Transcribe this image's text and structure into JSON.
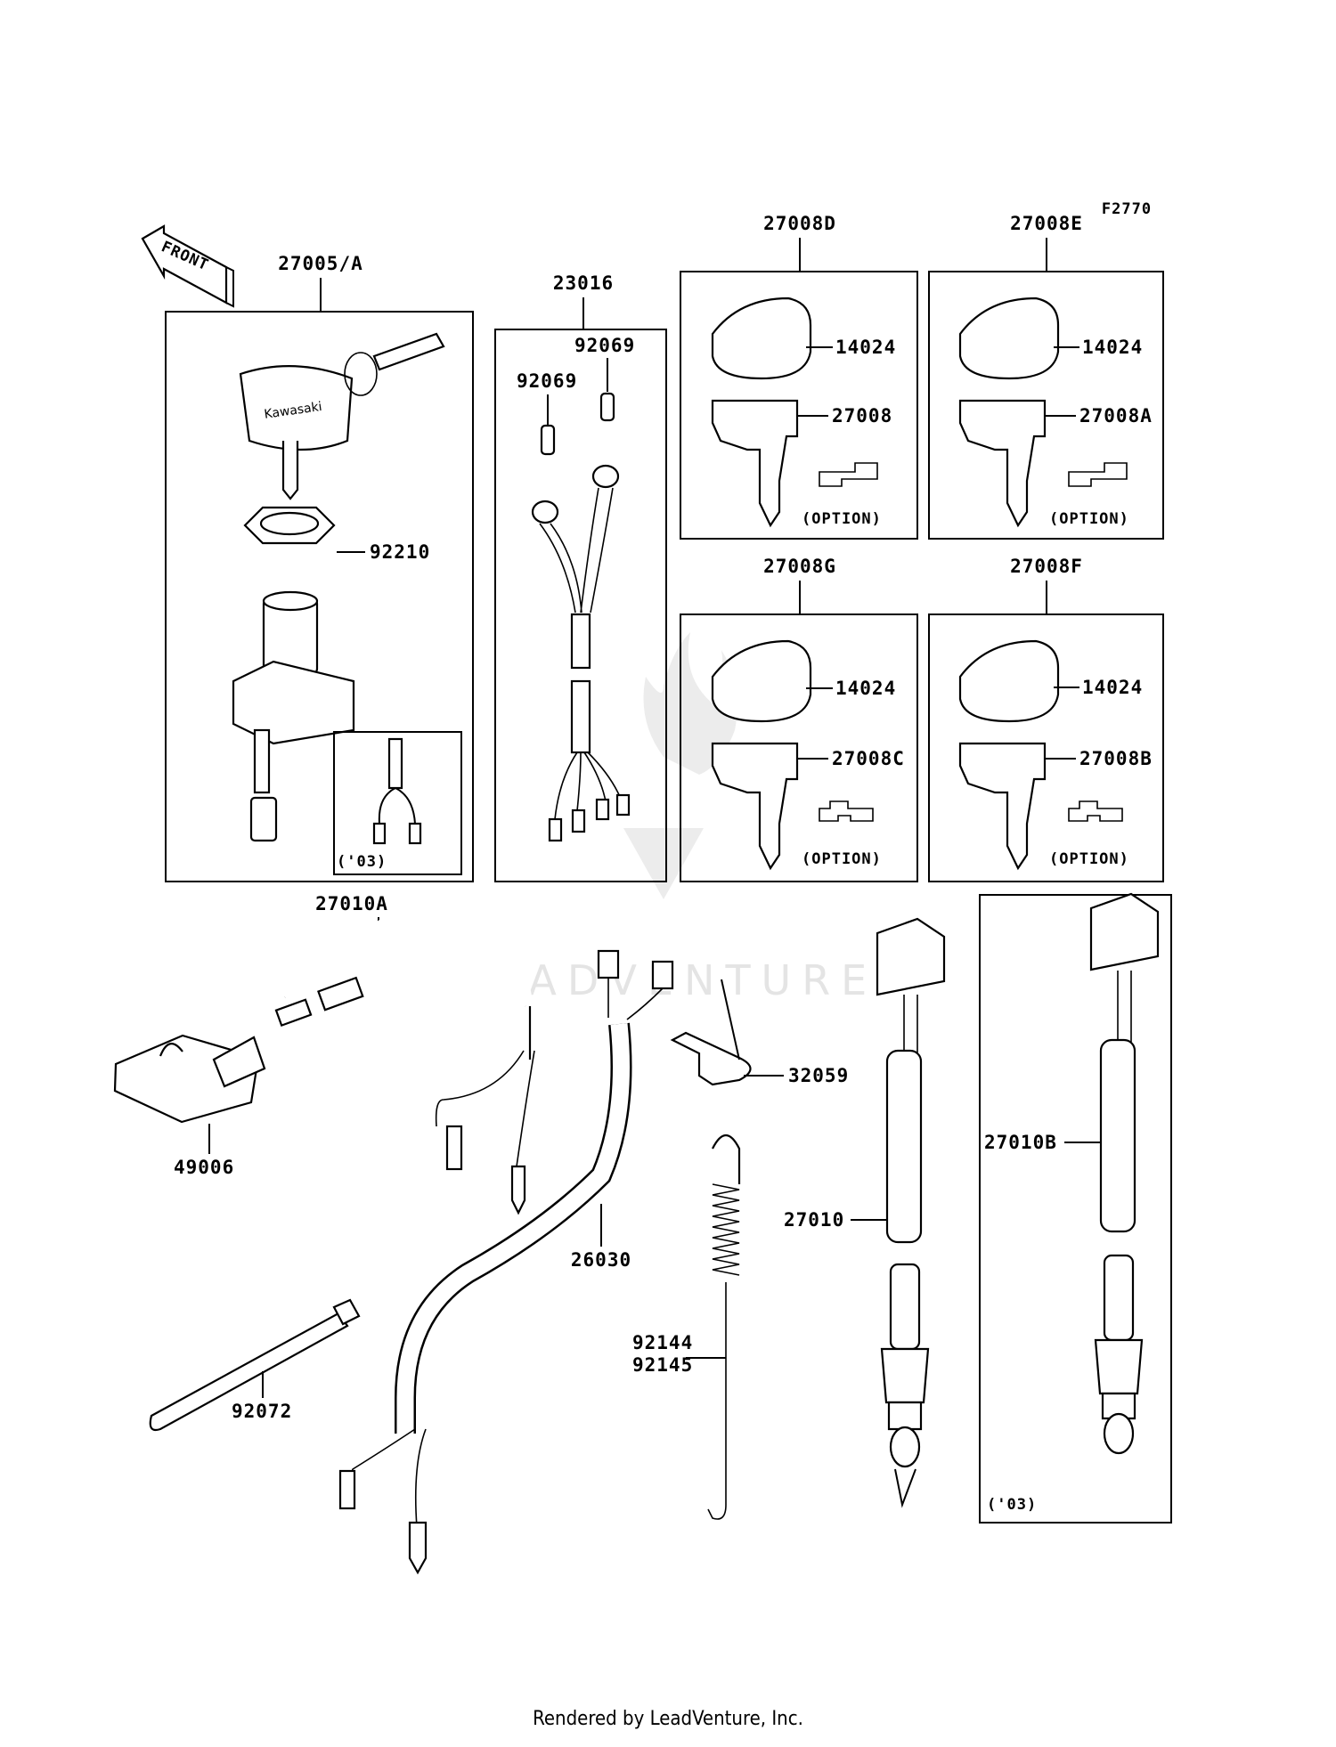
{
  "diagram_code": "F2770",
  "front_label": "FRONT",
  "watermark": "LEADVENTURE",
  "footer": "Rendered by LeadVenture, Inc.",
  "brand_mark": "Kawasaki",
  "groups": {
    "ignition_switch": {
      "label": "27005/A",
      "year_note": "('03)"
    },
    "harness": {
      "label": "23016"
    },
    "key_d": {
      "label": "27008D",
      "option": "(OPTION)"
    },
    "key_e": {
      "label": "27008E",
      "option": "(OPTION)"
    },
    "key_g": {
      "label": "27008G",
      "option": "(OPTION)"
    },
    "key_f": {
      "label": "27008F",
      "option": "(OPTION)"
    },
    "switch_b": {
      "year_note": "('03)"
    }
  },
  "parts": {
    "p27010A": "27010A",
    "p92069_a": "92069",
    "p92069_b": "92069",
    "p92210": "92210",
    "p14024_d": "14024",
    "p27008": "27008",
    "p14024_e": "14024",
    "p27008A": "27008A",
    "p14024_g": "14024",
    "p27008C": "27008C",
    "p14024_f": "14024",
    "p27008B": "27008B",
    "p49006": "49006",
    "p32059": "32059",
    "p26030": "26030",
    "p92072": "92072",
    "p92144": "92144",
    "p92145": "92145",
    "p27010": "27010",
    "p27010B": "27010B"
  }
}
